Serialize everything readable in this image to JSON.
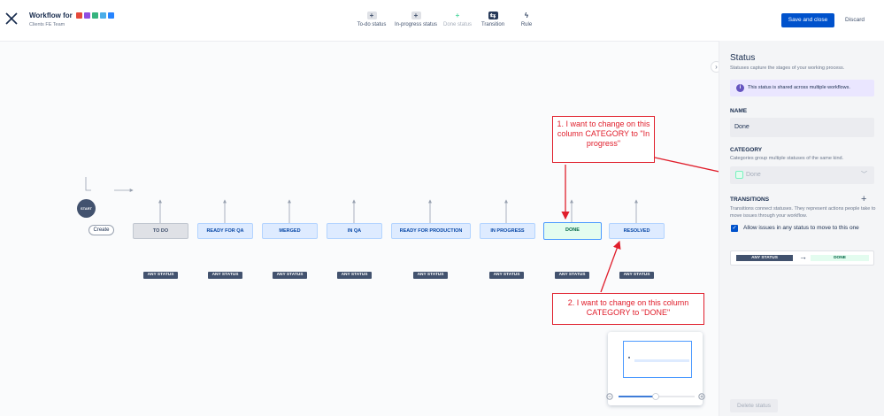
{
  "header": {
    "title": "Workflow for",
    "subtitle": "Clients FE Team",
    "project_icon_colors": [
      "#e5493a",
      "#904ee2",
      "#36b37e",
      "#4bade8",
      "#2684ff"
    ],
    "tools": [
      {
        "label": "To-do status",
        "glyph": "+"
      },
      {
        "label": "In-progress status",
        "glyph": "+"
      },
      {
        "label": "Done status",
        "glyph": "+"
      },
      {
        "label": "Transition",
        "glyph": "⇆"
      },
      {
        "label": "Rule",
        "glyph": "ϟ"
      }
    ],
    "save_label": "Save and close",
    "discard_label": "Discard"
  },
  "canvas": {
    "start_label": "START",
    "create_label": "Create",
    "statuses": [
      "TO DO",
      "READY FOR QA",
      "MERGED",
      "IN QA",
      "READY FOR PRODUCTION",
      "IN PROGRESS",
      "DONE",
      "RESOLVED"
    ],
    "any_status_label": "ANY STATUS",
    "annotation1": "1. I want to change on this column CATEGORY to \"In progress\"",
    "annotation2": "2. I want to change on this column CATEGORY to \"DONE\""
  },
  "panel": {
    "title": "Status",
    "description": "Statuses capture the stages of your working process.",
    "info": "This status is shared across multiple workflows.",
    "name_label": "NAME",
    "name_value": "Done",
    "category_label": "CATEGORY",
    "category_desc": "Categories group multiple statuses of the same kind.",
    "category_value": "Done",
    "transitions_label": "TRANSITIONS",
    "transitions_desc": "Transitions connect statuses. They represent actions people take to move issues through your workflow.",
    "allow_any_label": "Allow issues in any status to move to this one",
    "allow_any_checked": true,
    "transition_from": "ANY STATUS",
    "transition_to": "DONE",
    "delete_label": "Delete status"
  },
  "colors": {
    "primary": "#0052cc",
    "annotation": "#e01e2b",
    "done_green": "#e3fcef"
  }
}
